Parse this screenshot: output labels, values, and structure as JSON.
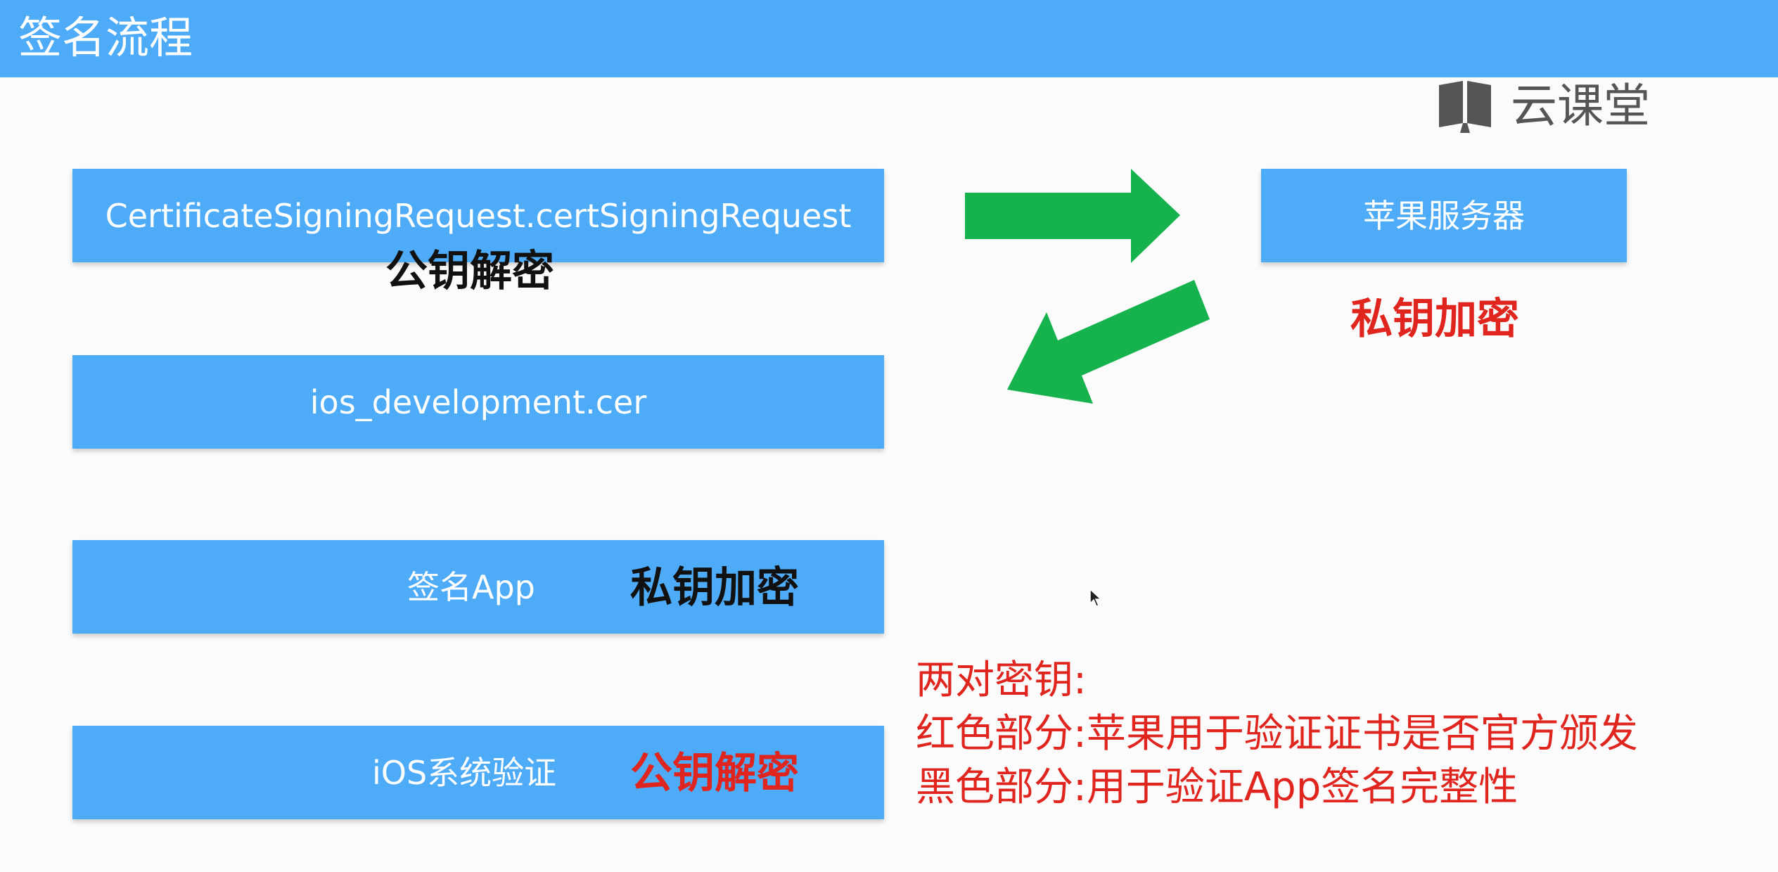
{
  "header": {
    "title": "签名流程"
  },
  "watermark": {
    "text": "云课堂",
    "icon": "book-logo-icon"
  },
  "boxes": {
    "csr": "CertificateSigningRequest.certSigningRequest",
    "cer": "ios_development.cer",
    "sign_app": "签名App",
    "ios_verify": "iOS系统验证",
    "apple_server": "苹果服务器"
  },
  "labels": {
    "csr_decrypt": "公钥解密",
    "server_encrypt": "私钥加密",
    "sign_encrypt": "私钥加密",
    "verify_decrypt": "公钥解密"
  },
  "notes": [
    "两对密钥:",
    "红色部分:苹果用于验证证书是否官方颁发",
    "黑色部分:用于验证App签名完整性"
  ],
  "colors": {
    "header": "#4eabf8",
    "box": "#4eabf8",
    "arrow": "#16b24d",
    "red_text": "#e0251f"
  }
}
